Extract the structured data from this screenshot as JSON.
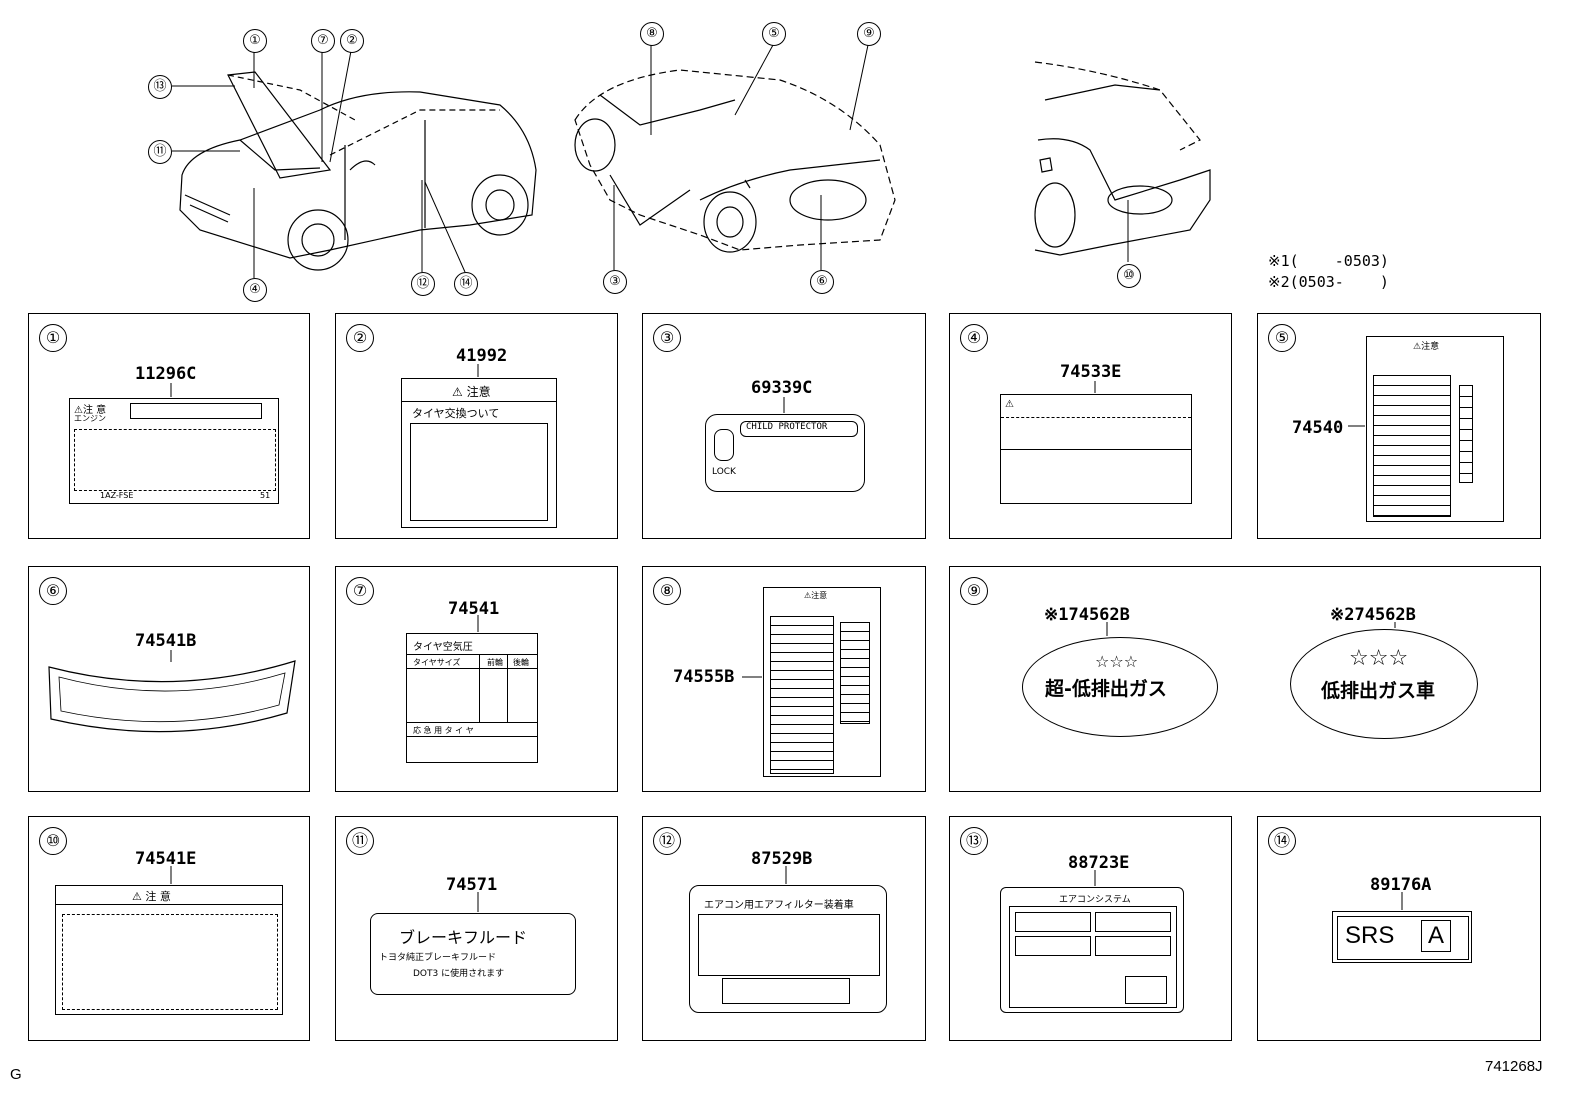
{
  "notes": {
    "note1": "※1(    -0503)",
    "note2": "※2(0503-    )"
  },
  "footer": {
    "left": "G",
    "right": "741268J"
  },
  "callouts": [
    "①",
    "②",
    "③",
    "④",
    "⑤",
    "⑥",
    "⑦",
    "⑧",
    "⑨",
    "⑩",
    "⑪",
    "⑫",
    "⑬",
    "⑭"
  ],
  "panels": [
    {
      "num": "①",
      "part": "11296C",
      "label_text": [
        "⚠注 意",
        "エンジン",
        "1AZ-FSE",
        "51"
      ]
    },
    {
      "num": "②",
      "part": "41992",
      "label_text": [
        "⚠ 注意",
        "タイヤ交換ついて"
      ]
    },
    {
      "num": "③",
      "part": "69339C",
      "label_text": [
        "CHILD PROTECTOR",
        "LOCK"
      ]
    },
    {
      "num": "④",
      "part": "74533E"
    },
    {
      "num": "⑤",
      "part": "74540",
      "label_text": [
        "⚠注意"
      ]
    },
    {
      "num": "⑥",
      "part": "74541B"
    },
    {
      "num": "⑦",
      "part": "74541",
      "label_text": [
        "タイヤ空気圧",
        "タイヤサイズ",
        "前輪",
        "後輪",
        "応 急 用 タ イ ヤ"
      ]
    },
    {
      "num": "⑧",
      "part": "74555B",
      "label_text": [
        "⚠注意"
      ]
    },
    {
      "num": "⑨",
      "parts": [
        "※174562B",
        "※274562B"
      ],
      "label_text": [
        "☆☆☆",
        "超-低排出ガス",
        "☆☆☆",
        "低排出ガス車"
      ]
    },
    {
      "num": "⑩",
      "part": "74541E",
      "label_text": [
        "⚠ 注 意"
      ]
    },
    {
      "num": "⑪",
      "part": "74571",
      "label_text": [
        "ブレーキフルード",
        "トヨタ純正ブレーキフルード",
        "DOT3 に使用されます"
      ]
    },
    {
      "num": "⑫",
      "part": "87529B",
      "label_text": [
        "エアコン用エアフィルター装着車"
      ]
    },
    {
      "num": "⑬",
      "part": "88723E",
      "label_text": [
        "エアコンシステム"
      ]
    },
    {
      "num": "⑭",
      "part": "89176A",
      "label_text": [
        "SRS",
        "A"
      ]
    }
  ]
}
